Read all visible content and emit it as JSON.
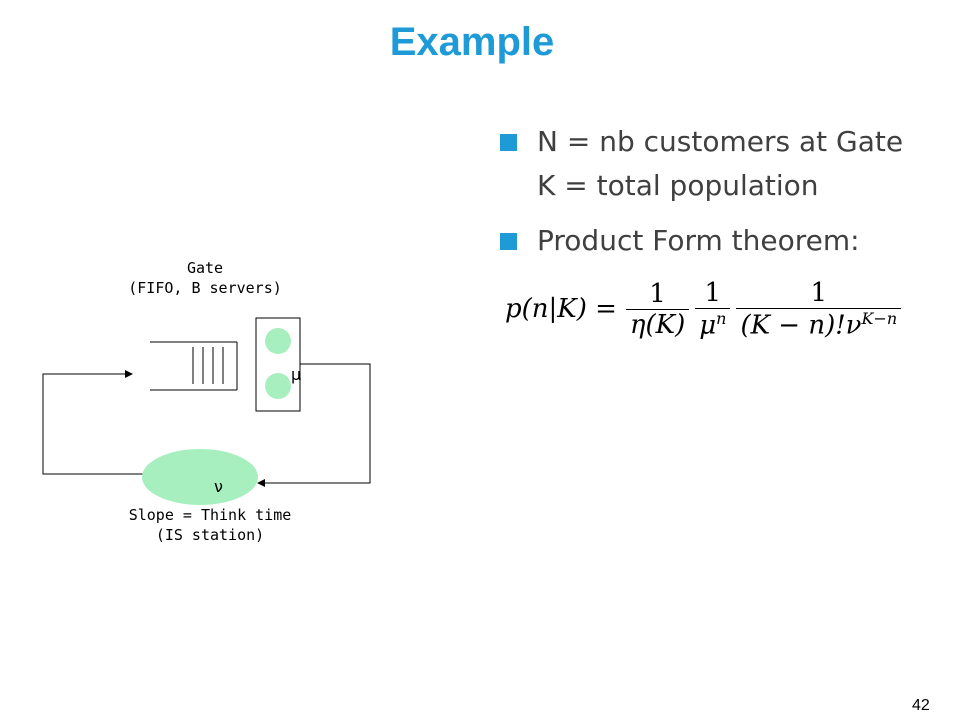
{
  "title": "Example",
  "bullets": [
    {
      "lines": [
        "N = nb customers at Gate",
        "K = total population"
      ]
    },
    {
      "lines": [
        "Product Form theorem:"
      ]
    }
  ],
  "formula": {
    "lhs": "p(n|K) =",
    "f1_num": "1",
    "f1_den": "η(K)",
    "f2_num": "1",
    "f2_den_base": "μ",
    "f2_den_sup": "n",
    "f3_num": "1",
    "f3_den_base": "(K − n)!ν",
    "f3_den_sup": "K−n"
  },
  "diagram": {
    "gate_label_1": "Gate",
    "gate_label_2": "(FIFO, B servers)",
    "mu_symbol": "μ",
    "nu_symbol": "ν",
    "slope_label_1": "Slope = Think time",
    "slope_label_2": "(IS station)",
    "colors": {
      "server": "#a8efbf",
      "think": "#a8efbf",
      "line": "#000000"
    }
  },
  "page_number": "42"
}
